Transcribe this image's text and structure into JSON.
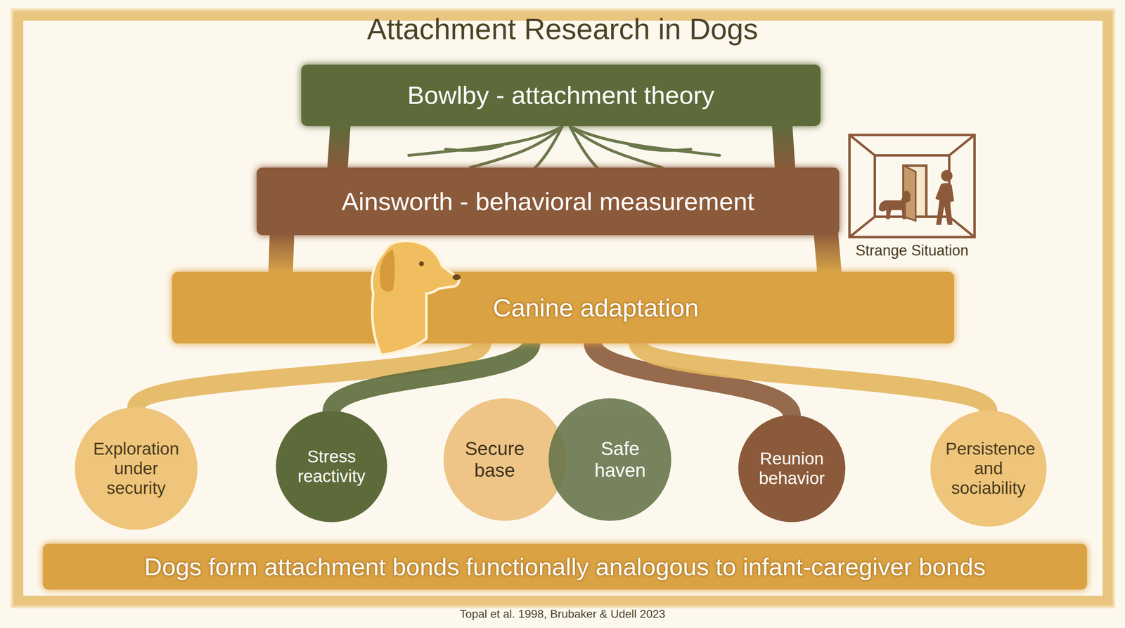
{
  "diagram": {
    "title": "Attachment Research in Dogs",
    "caption": "Topal et al. 1998, Brubaker & Udell 2023",
    "nodes": [
      {
        "text": [
          "Bowlby - attachment theory"
        ]
      },
      {
        "text": [
          "Ainsworth - behavioral measurement"
        ]
      },
      {
        "text": [
          "Canine adaptation"
        ]
      },
      {
        "text": [
          "Exploration under security"
        ]
      },
      {
        "text": [
          "Stress reactivity"
        ]
      },
      {
        "text": [
          "Secure base"
        ]
      },
      {
        "text": [
          "Safe haven"
        ]
      },
      {
        "text": [
          "Reunion behavior"
        ]
      },
      {
        "text": [
          "Persistence and sociability"
        ]
      },
      {
        "text": [
          "Dogs form attachment bonds functionally analogous to infant-caregiver bonds"
        ]
      }
    ],
    "edges": [
      {
        "from": 0,
        "to": 1,
        "arrow": "none"
      },
      {
        "from": 1,
        "to": 2,
        "arrow": "none"
      },
      {
        "from": 2,
        "to": 3,
        "arrow": "none"
      },
      {
        "from": 2,
        "to": 4,
        "arrow": "none"
      },
      {
        "from": 2,
        "to": 7,
        "arrow": "none"
      },
      {
        "from": 2,
        "to": 8,
        "arrow": "none"
      }
    ],
    "labels": [
      "Strange Situation"
    ]
  }
}
